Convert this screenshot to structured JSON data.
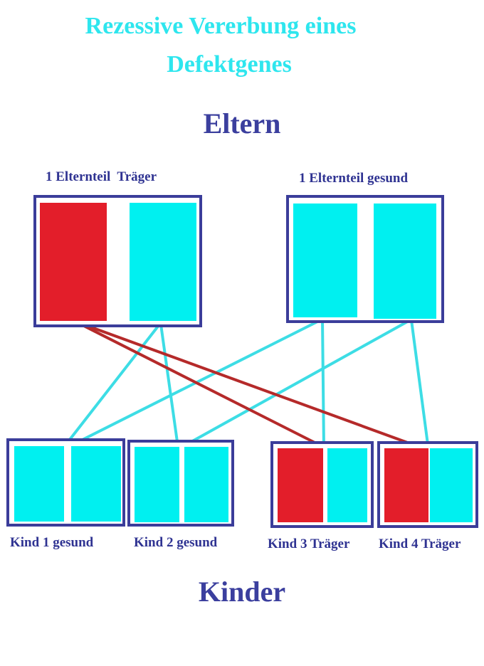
{
  "title_line1": "Rezessive Vererbung eines",
  "title_line2": "Defektgenes",
  "heading_parents": "Eltern",
  "heading_children": "Kinder",
  "parents": [
    {
      "label": "1 Elternteil  Träger",
      "alleles": [
        "defect",
        "healthy"
      ]
    },
    {
      "label": "1 Elternteil gesund",
      "alleles": [
        "healthy",
        "healthy"
      ]
    }
  ],
  "children": [
    {
      "label": "Kind 1 gesund",
      "alleles": [
        "healthy",
        "healthy"
      ]
    },
    {
      "label": "Kind 2 gesund",
      "alleles": [
        "healthy",
        "healthy"
      ]
    },
    {
      "label": "Kind 3 Träger",
      "alleles": [
        "defect",
        "healthy"
      ]
    },
    {
      "label": "Kind 4 Träger",
      "alleles": [
        "defect",
        "healthy"
      ]
    }
  ],
  "colors": {
    "defect": "#e31e2a",
    "healthy": "#00f0f0",
    "frame": "#3b3d9a",
    "defect_line": "#b52a2a",
    "healthy_line": "#3ddde5"
  }
}
